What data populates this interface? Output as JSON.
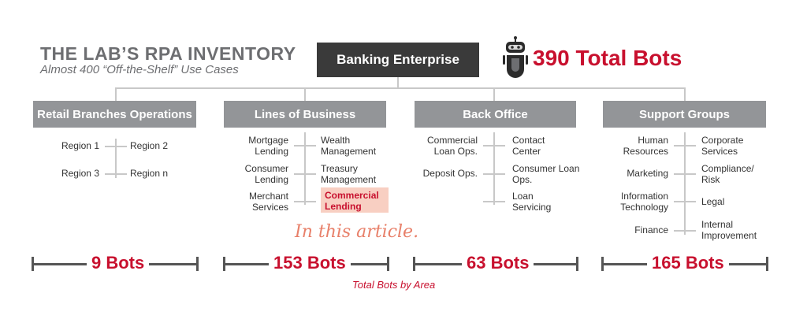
{
  "header": {
    "title": "THE LAB’S RPA INVENTORY",
    "subtitle": "Almost 400 “Off-the-Shelf” Use Cases"
  },
  "root": {
    "label": "Banking Enterprise"
  },
  "total": {
    "label": "390 Total Bots",
    "icon": "robot-icon"
  },
  "categories": [
    {
      "label": "Retail Branches Operations",
      "left_items": [
        "Region 1",
        "Region 3"
      ],
      "right_items": [
        "Region 2",
        "Region n"
      ],
      "bots": "9 Bots",
      "bot_count": 9
    },
    {
      "label": "Lines of Business",
      "left_items": [
        "Mortgage\nLending",
        "Consumer\nLending",
        "Merchant\nServices"
      ],
      "right_items": [
        "Wealth\nManagement",
        "Treasury\nManagement",
        "Commercial\nLending"
      ],
      "bots": "153 Bots",
      "bot_count": 153
    },
    {
      "label": "Back Office",
      "left_items": [
        "Commercial\nLoan Ops.",
        "Deposit Ops."
      ],
      "right_items": [
        "Contact\nCenter",
        "Consumer Loan\nOps.",
        "Loan\nServicing"
      ],
      "bots": "63 Bots",
      "bot_count": 63
    },
    {
      "label": "Support Groups",
      "left_items": [
        "Human\nResources",
        "Marketing",
        "Information\nTechnology",
        "Finance"
      ],
      "right_items": [
        "Corporate\nServices",
        "Compliance/\nRisk",
        "Legal",
        "Internal\nImprovement"
      ],
      "bots": "165 Bots",
      "bot_count": 165
    }
  ],
  "note": "In this article.",
  "footer": "Total Bots by Area",
  "colors": {
    "accent": "#c8102e",
    "category_bg": "#939598",
    "root_bg": "#3a3a3a",
    "highlight": "#f8cfc2"
  }
}
